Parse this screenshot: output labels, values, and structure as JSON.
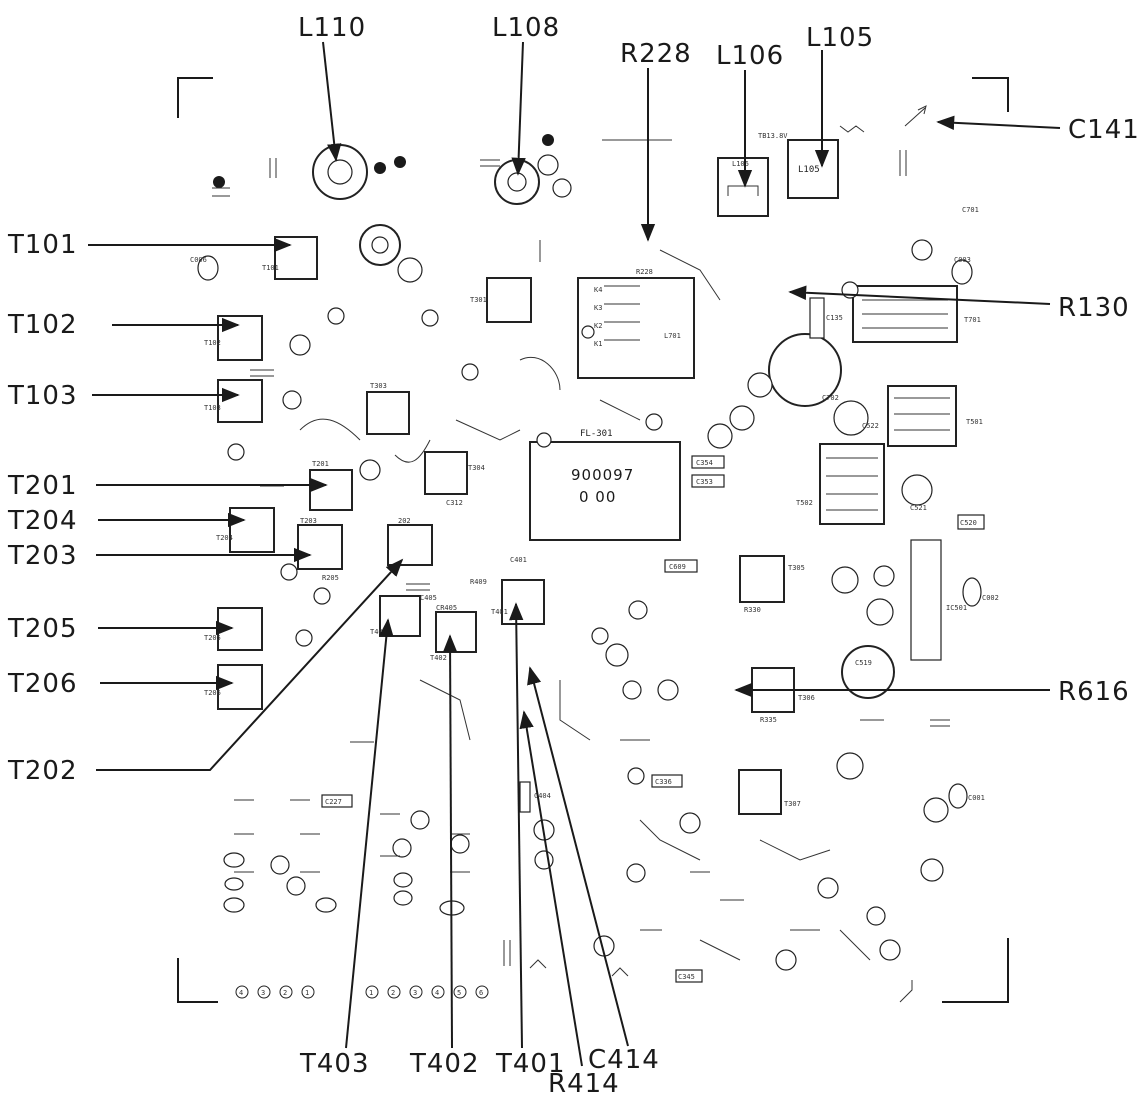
{
  "callouts": {
    "L110": "L110",
    "L108": "L108",
    "R228": "R228",
    "L106": "L106",
    "L105": "L105",
    "C141": "C141",
    "T101": "T101",
    "T102": "T102",
    "T103": "T103",
    "R130": "R130",
    "T201": "T201",
    "T204": "T204",
    "T203": "T203",
    "T205": "T205",
    "T206": "T206",
    "T202": "T202",
    "R616": "R616",
    "T403": "T403",
    "T402": "T402",
    "T401": "T401",
    "C414": "C414",
    "R414": "R414"
  },
  "board_labels": {
    "filter_part": "900097",
    "filter_sub": "0 00",
    "filter_ref": "FL-301",
    "relay_k4": "K4",
    "relay_k3": "K3",
    "relay_k2": "K2",
    "relay_k1": "K1",
    "relay_ref": "R228",
    "l701": "L701",
    "l105_pad": "L105",
    "l106_pad": "L106",
    "c701": "C701",
    "t701": "T701",
    "t501": "T501",
    "t502": "T502",
    "c702": "C702",
    "c522": "C522",
    "c521": "C521",
    "c519": "C519",
    "ic501": "IC501",
    "t101_pad": "T101",
    "t102_pad": "T102",
    "t103_pad": "T103",
    "t201_pad": "T201",
    "t203_pad": "T203",
    "t204_pad": "T204",
    "t205_pad": "T205",
    "t206_pad": "T206",
    "t202_pad": "202",
    "t301_pad": "T301",
    "t303_pad": "T303",
    "t304_pad": "T304",
    "t305_pad": "T305",
    "t306_pad": "T306",
    "t307_pad": "T307",
    "t401_pad": "T401",
    "t402_pad": "T402",
    "t403_pad": "T403",
    "tb138v": "TB13.8V",
    "c354": "C354",
    "c353": "C353",
    "c609": "C609",
    "c336": "C336",
    "c227": "C227",
    "r330": "R330",
    "r335": "R335",
    "c345": "C345",
    "c520": "C520",
    "c135": "C135",
    "c003": "C003",
    "c006": "C006",
    "c002": "C002",
    "c001": "C001",
    "r205": "R205",
    "c312": "C312",
    "c404": "C404",
    "c401": "C401",
    "c405": "C405",
    "r409": "R409",
    "cr405": "CR405"
  },
  "connector_pins_left": [
    "4",
    "3",
    "2",
    "1"
  ],
  "connector_pins_right": [
    "1",
    "2",
    "3",
    "4",
    "5",
    "6"
  ]
}
